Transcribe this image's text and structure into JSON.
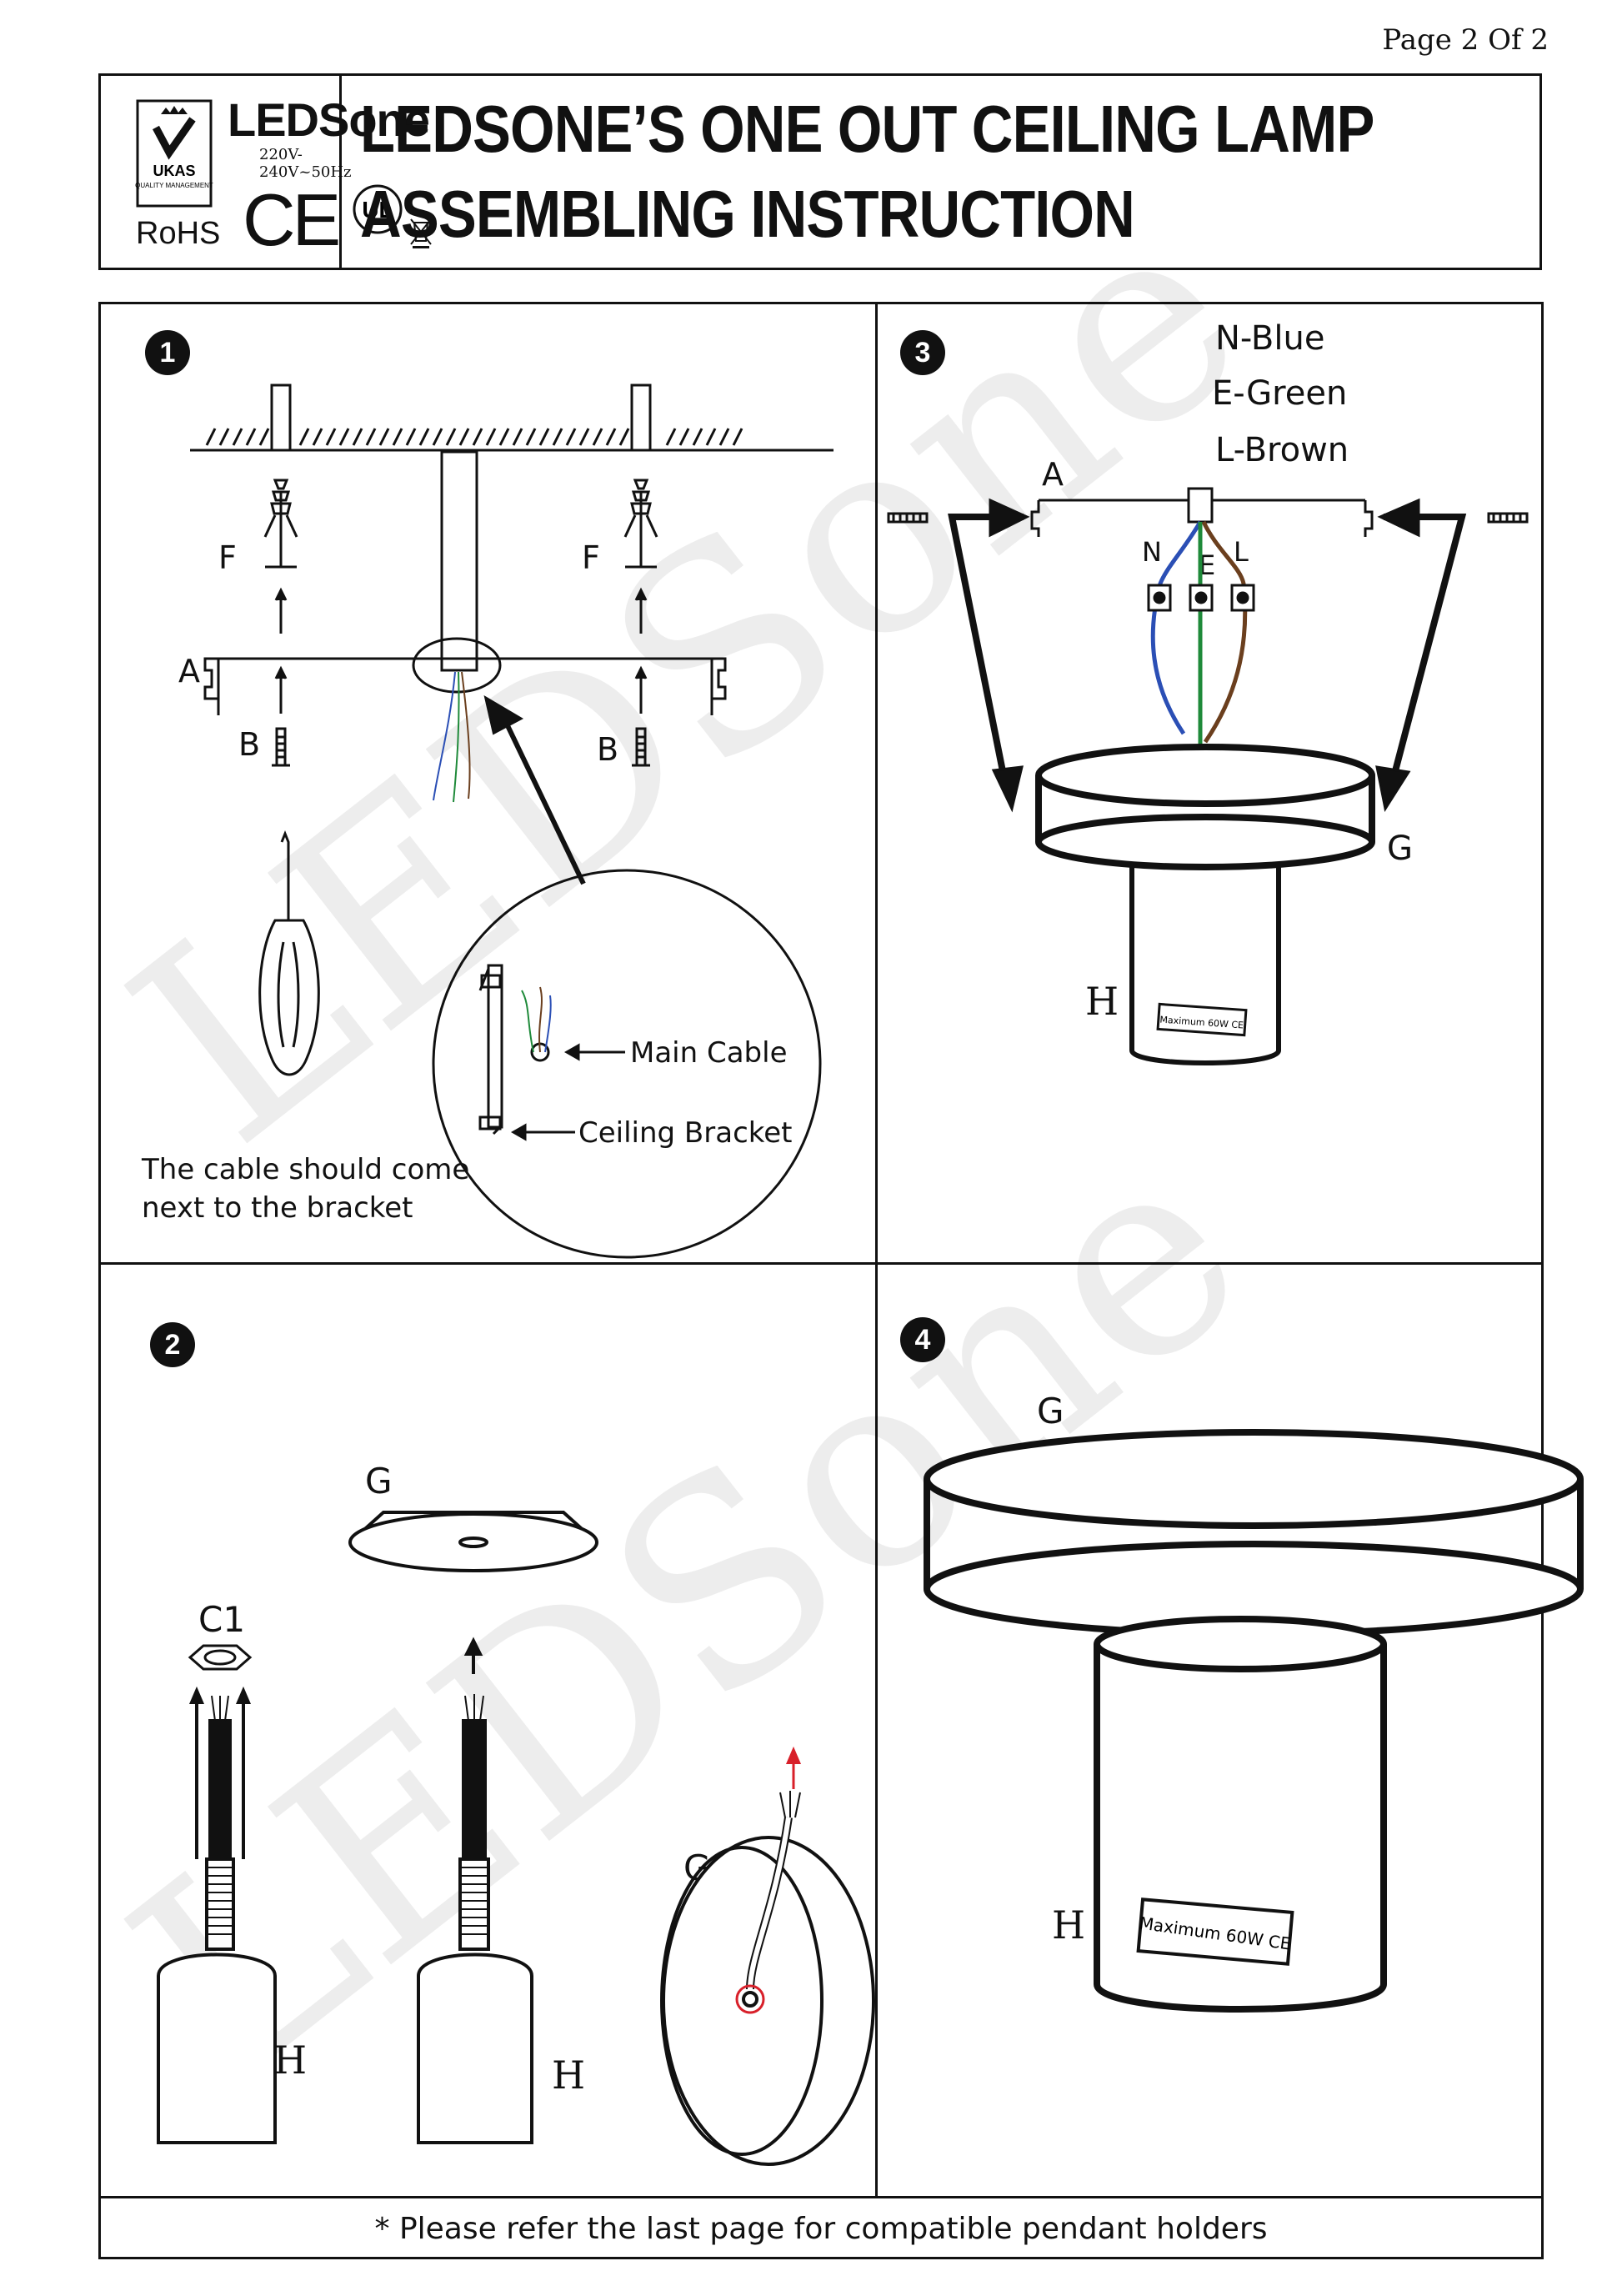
{
  "page_label": "Page 2 Of 2",
  "header": {
    "brand": "LEDSone",
    "voltage": "220V-240V~50Hz",
    "cert_rohs": "RoHS",
    "cert_ce": "CE",
    "cert_ukas_top": "UKAS",
    "cert_ukas_bottom": "QUALITY MANAGEMENT",
    "cert_ul": "UL",
    "title_line1": "LEDSONE’S ONE OUT CEILING LAMP",
    "title_line2": "ASSEMBLING INSTRUCTION"
  },
  "watermark": "LEDSone",
  "steps": {
    "s1": {
      "number": "1",
      "label_a": "A",
      "label_b_left": "B",
      "label_b_right": "B",
      "label_f_left": "F",
      "label_f_right": "F",
      "callout_main_cable": "Main Cable",
      "callout_ceiling_bracket": "Ceiling Bracket",
      "note_line1": "The cable should come",
      "note_line2": "next to the bracket"
    },
    "s2": {
      "number": "2",
      "label_g_top": "G",
      "label_c1": "C1",
      "label_h_left": "H",
      "label_h_mid": "H",
      "label_g_round": "G"
    },
    "s3": {
      "number": "3",
      "wire_n": "N-Blue",
      "wire_e": "E-Green",
      "wire_l": "L-Brown",
      "label_a": "A",
      "term_n": "N",
      "term_e": "E",
      "term_l": "L",
      "label_g": "G",
      "label_h": "H",
      "holder_tag": "Maximum 60W CE"
    },
    "s4": {
      "number": "4",
      "label_g": "G",
      "label_h": "H",
      "holder_tag": "Maximum 60W CE"
    }
  },
  "footer": "* Please refer the last page for compatible pendant holders",
  "colors": {
    "wire_blue": "#2b4fb5",
    "wire_green": "#1f8a3a",
    "wire_brown": "#6b3f1e",
    "arrow_red": "#d8202a",
    "line": "#111111"
  }
}
